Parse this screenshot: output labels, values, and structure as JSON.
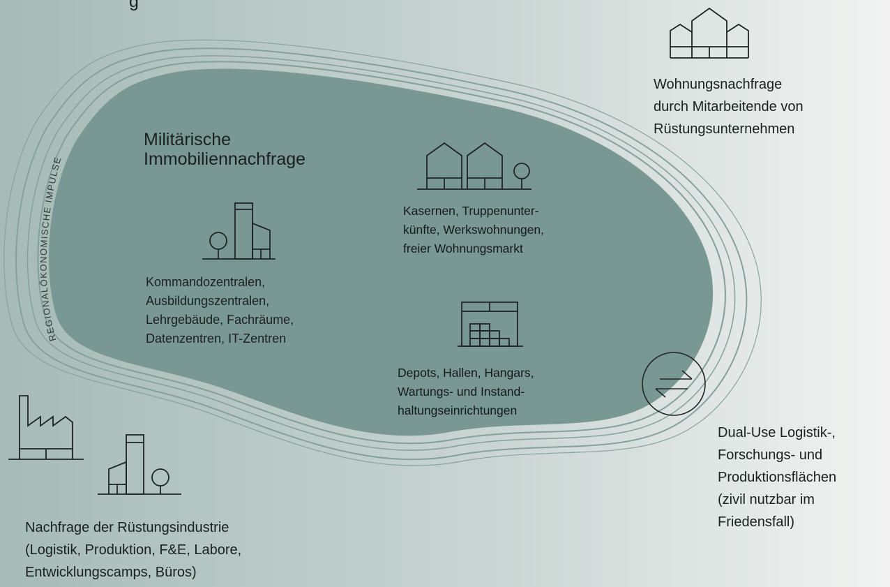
{
  "arc_label": "REGIONALÖKONOMISCHE IMPULSE",
  "top_left_fragment": "g",
  "core": {
    "title": [
      "Militärische",
      "Immobiliennachfrage"
    ],
    "left_block": [
      "Kommandozentralen,",
      "Ausbildungszentralen,",
      "Lehrgebäude, Fachräume,",
      "Datenzentren, IT-Zentren"
    ],
    "right_top_block": [
      "Kasernen, Truppenunter-",
      "künfte, Werkswohnungen,",
      "freier Wohnungsmarkt"
    ],
    "right_bottom_block": [
      "Depots, Hallen, Hangars,",
      "Wartungs- und Instand-",
      "haltungseinrichtungen"
    ]
  },
  "outer": {
    "housing": [
      "Wohnungsnachfrage",
      "durch Mitarbeitende von",
      "Rüstungsunternehmen"
    ],
    "dual_use": [
      "Dual-Use Logistik-,",
      "Forschungs- und",
      "Produktionsflächen",
      "(zivil nutzbar im",
      "Friedensfall)"
    ],
    "industry": [
      "Nachfrage der Rüstungsindustrie",
      "(Logistik, Produktion, F&E, Labore,",
      "Entwicklungscamps, Büros)"
    ]
  },
  "icons": [
    "houses-trees-icon",
    "tower-tree-icon",
    "warehouse-icon",
    "three-houses-icon",
    "exchange-arrows-icon",
    "factory-icon",
    "tower-tree-icon-outer"
  ],
  "colors": {
    "background_left": "#a6bbb6",
    "background_right": "#f2f3f2",
    "core": "#7a9893",
    "ring_lines": "#86a09b",
    "icon_stroke": "#1e2523"
  }
}
